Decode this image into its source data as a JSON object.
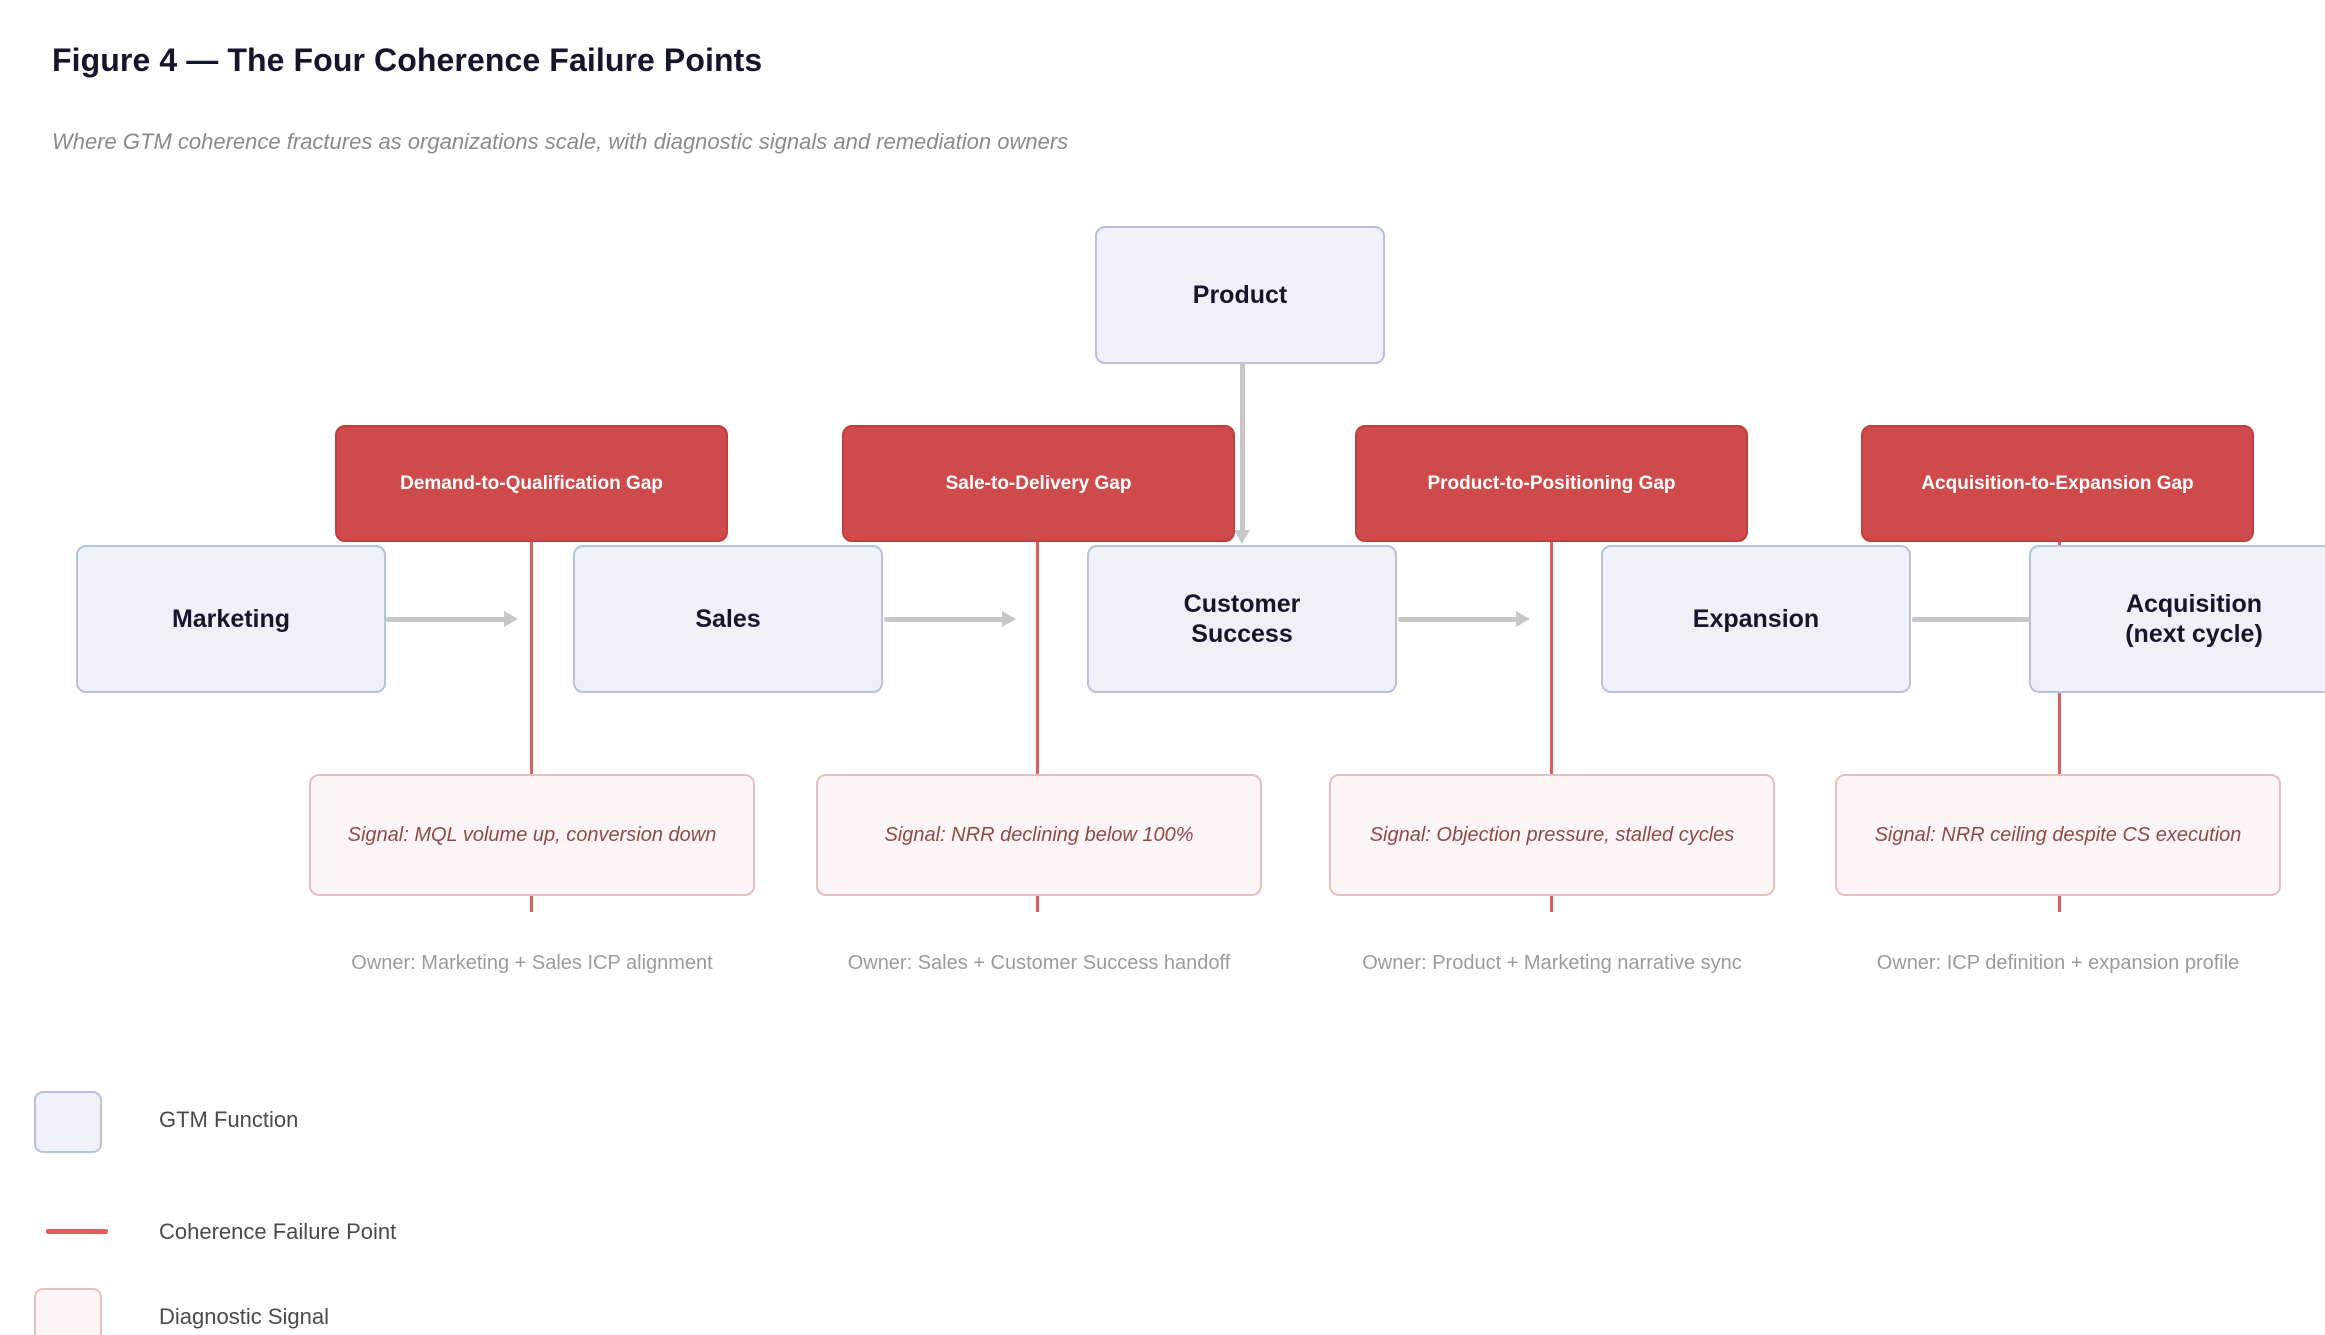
{
  "header": {
    "title": "Figure 4 — The Four Coherence Failure Points",
    "subtitle": "Where GTM coherence fractures as organizations scale, with diagnostic signals and remediation owners"
  },
  "colors": {
    "node_fill": "#eef1f8",
    "node_border": "#b6c2da",
    "gap_fill": "#cf4b4b",
    "gap_border": "#bf3f3f",
    "fail_line": "#d9605f",
    "signal_fill": "#fdf5f5",
    "signal_border": "#e6bfbf",
    "signal_text": "#8e4a4a",
    "arrow": "#c7c7c7",
    "title_text": "#14162b",
    "subtitle_text": "#8a8a8a",
    "owner_text": "#9b9b9b"
  },
  "flow": {
    "upstream_node": {
      "label": "Product"
    },
    "nodes": [
      {
        "label": "Marketing"
      },
      {
        "label": "Sales"
      },
      {
        "label": "Customer\nSuccess"
      },
      {
        "label": "Expansion"
      },
      {
        "label": "Acquisition\n(next cycle)"
      }
    ]
  },
  "failure_points": [
    {
      "gap_label": "Demand-to-Qualification Gap",
      "signal": "Signal: MQL volume up, conversion down",
      "owner": "Owner: Marketing + Sales ICP alignment"
    },
    {
      "gap_label": "Sale-to-Delivery Gap",
      "signal": "Signal: NRR declining below 100%",
      "owner": "Owner: Sales + Customer Success handoff"
    },
    {
      "gap_label": "Product-to-Positioning Gap",
      "signal": "Signal: Objection pressure, stalled cycles",
      "owner": "Owner: Product + Marketing narrative sync"
    },
    {
      "gap_label": "Acquisition-to-Expansion Gap",
      "signal": "Signal: NRR ceiling despite CS execution",
      "owner": "Owner: ICP definition + expansion profile"
    }
  ],
  "legend": {
    "items": [
      {
        "swatch": "node-swatch",
        "label": "GTM Function"
      },
      {
        "swatch": "line-swatch",
        "label": "Coherence Failure Point"
      },
      {
        "swatch": "signal-swatch",
        "label": "Diagnostic Signal"
      }
    ]
  }
}
